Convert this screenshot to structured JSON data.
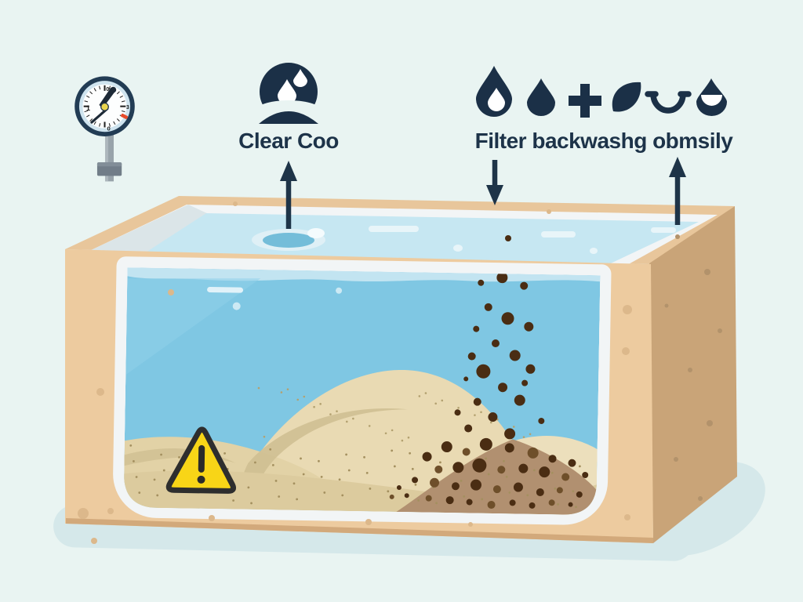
{
  "labels": {
    "clear": "Clear Coo",
    "filter": "Filter backwashg obmsily"
  },
  "gauge": {
    "tick_labels": {
      "top": "0",
      "left": "1",
      "bottom": "0",
      "right": "3"
    },
    "red_zone_color": "#e84b2b",
    "needle_color": "#1d2a37",
    "hub_color": "#ead54e"
  },
  "icons": {
    "clear_icon": "water-dome-with-drops",
    "filter_icons": [
      "water-drop-large",
      "water-drop-small",
      "plus",
      "leaf",
      "half-bowl",
      "water-drop-half-filled"
    ],
    "warning_icon": "warning-triangle"
  },
  "colors": {
    "background": "#e9f4f2",
    "navy": "#1d3349",
    "frame_front": "#edcb9f",
    "frame_top": "#e8c69b",
    "frame_side": "#c9a478",
    "liner": "#f2f5f6",
    "water_main": "#7fc7e3",
    "water_light": "#c2e4f1",
    "surface": "#c6e7f2",
    "sand_light": "#e9dab3",
    "sand_shadow": "#cfbf92",
    "sand_fore": "#dccb9e",
    "dirt_mound": "#b19070",
    "dirt_particle": "#4a2d13",
    "warning_yellow": "#f8d517",
    "shadow": "#d5e8ea"
  },
  "particles": {
    "falling": [
      [
        660,
        303,
        4
      ],
      [
        632,
        318,
        5
      ],
      [
        656,
        323,
        3
      ],
      [
        638,
        346,
        7
      ],
      [
        611,
        353,
        4
      ],
      [
        666,
        356,
        5
      ],
      [
        621,
        384,
        5
      ],
      [
        646,
        398,
        8
      ],
      [
        606,
        412,
        4
      ],
      [
        673,
        408,
        6
      ],
      [
        631,
        430,
        5
      ],
      [
        601,
        447,
        5
      ],
      [
        656,
        445,
        7
      ],
      [
        616,
        466,
        9
      ],
      [
        676,
        462,
        6
      ],
      [
        641,
        486,
        6
      ],
      [
        609,
        505,
        5
      ],
      [
        663,
        502,
        7
      ],
      [
        629,
        524,
        6
      ],
      [
        598,
        539,
        5
      ],
      [
        651,
        545,
        7
      ],
      [
        691,
        528,
        4
      ],
      [
        584,
        519,
        4
      ],
      [
        669,
        480,
        4
      ],
      [
        594,
        476,
        3
      ]
    ],
    "settled": [
      [
        546,
        576,
        6
      ],
      [
        571,
        563,
        7
      ],
      [
        596,
        569,
        5
      ],
      [
        621,
        559,
        8
      ],
      [
        651,
        563,
        6
      ],
      [
        681,
        569,
        7
      ],
      [
        706,
        576,
        5
      ],
      [
        731,
        581,
        5
      ],
      [
        561,
        592,
        5
      ],
      [
        586,
        589,
        7
      ],
      [
        613,
        586,
        9
      ],
      [
        641,
        591,
        5
      ],
      [
        669,
        589,
        6
      ],
      [
        696,
        593,
        7
      ],
      [
        723,
        599,
        5
      ],
      [
        748,
        596,
        4
      ],
      [
        531,
        606,
        4
      ],
      [
        556,
        609,
        6
      ],
      [
        583,
        613,
        5
      ],
      [
        609,
        611,
        7
      ],
      [
        636,
        616,
        5
      ],
      [
        663,
        613,
        6
      ],
      [
        691,
        619,
        5
      ],
      [
        716,
        616,
        4
      ],
      [
        741,
        621,
        4
      ],
      [
        521,
        626,
        3
      ],
      [
        549,
        629,
        4
      ],
      [
        576,
        631,
        5
      ],
      [
        601,
        633,
        4
      ],
      [
        629,
        636,
        5
      ],
      [
        656,
        633,
        4
      ],
      [
        681,
        636,
        4
      ],
      [
        706,
        632,
        4
      ],
      [
        730,
        634,
        3
      ],
      [
        511,
        616,
        3
      ],
      [
        502,
        628,
        3
      ]
    ],
    "surface": [
      [
        648,
        304,
        4
      ]
    ]
  }
}
